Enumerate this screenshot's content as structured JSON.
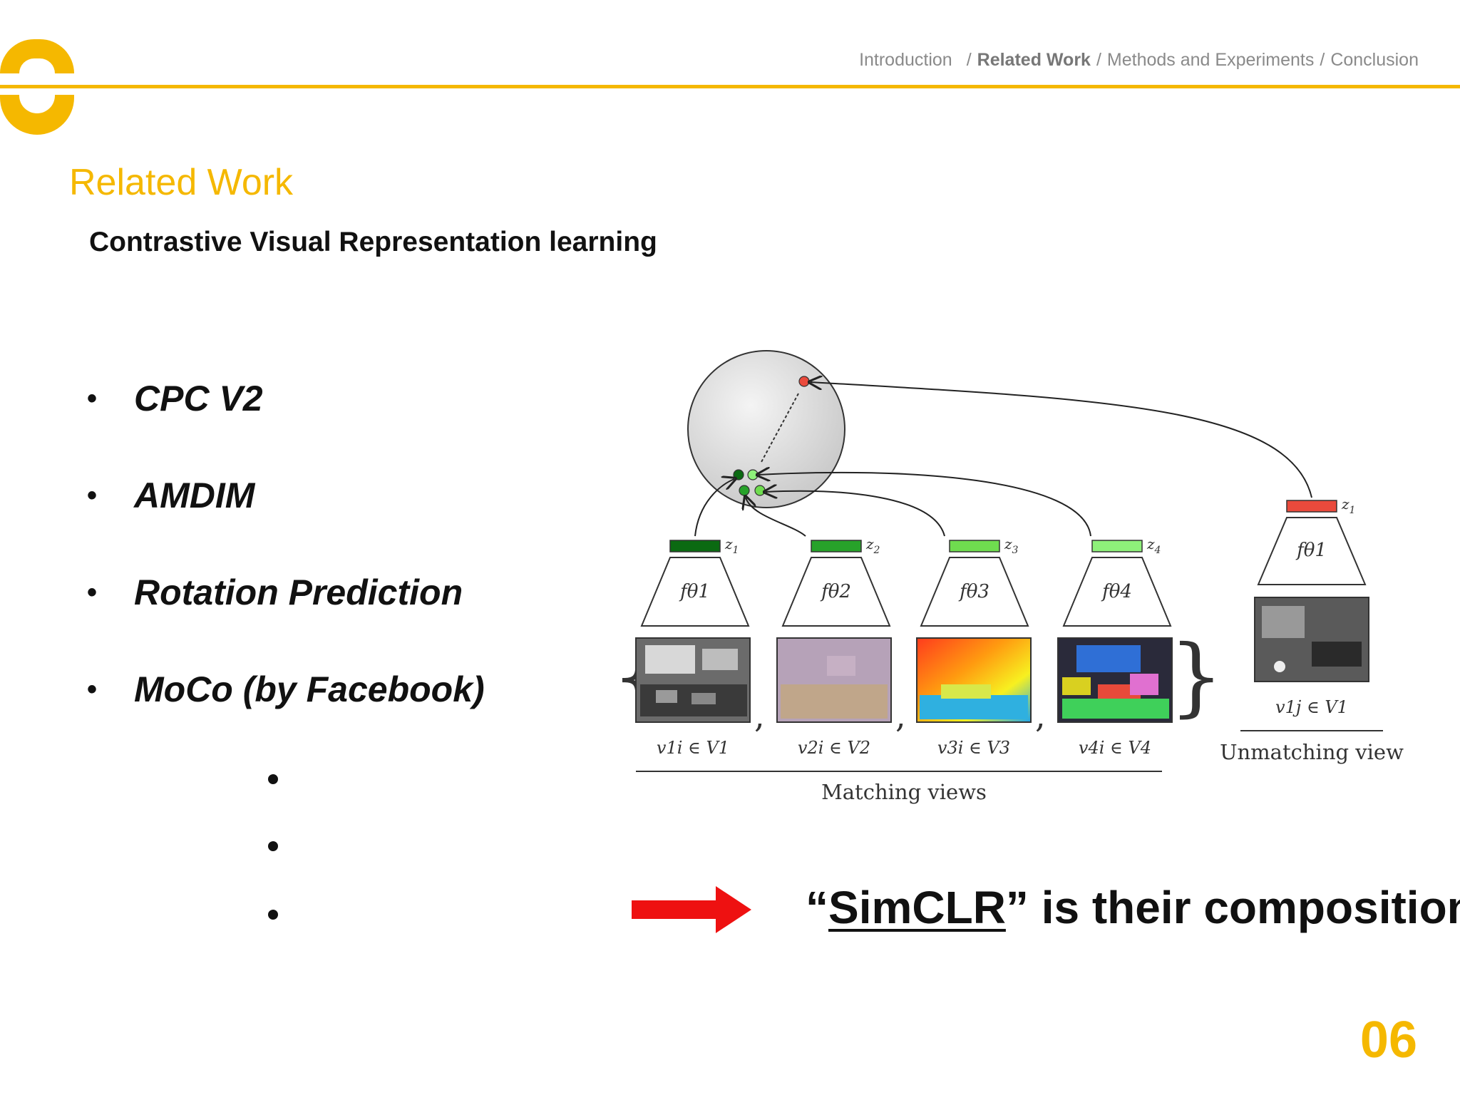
{
  "header": {
    "breadcrumb": [
      {
        "label": "Introduction",
        "active": false
      },
      {
        "label": "Related Work",
        "active": true
      },
      {
        "label": "Methods and Experiments",
        "active": false
      },
      {
        "label": "Conclusion",
        "active": false
      }
    ],
    "separator": "/",
    "accent_color": "#f5b800"
  },
  "section_title": "Related Work",
  "subtitle": "Contrastive Visual Representation learning",
  "bullets": [
    "CPC V2",
    "AMDIM",
    "Rotation Prediction",
    "MoCo (by Facebook)"
  ],
  "bullet_symbol": "•",
  "conclusion": {
    "open_quote": "“",
    "highlight": "SimCLR",
    "rest": "” is their composition!",
    "arrow_color": "#ee1111"
  },
  "diagram": {
    "encoders": [
      "fθ1",
      "fθ2",
      "fθ3",
      "fθ4",
      "fθ1"
    ],
    "matching_captions": [
      "v1i ∈ V1",
      "v2i ∈ V2",
      "v3i ∈ V3",
      "v4i ∈ V4"
    ],
    "unmatching_caption": "v1j ∈ V1",
    "matching_label": "Matching views",
    "unmatching_label": "Unmatching view",
    "embedding_colors": [
      "#0b6a12",
      "#27a22a",
      "#6fdc4f",
      "#8ef07a",
      "#ea4a3c"
    ]
  },
  "page_number": "06"
}
